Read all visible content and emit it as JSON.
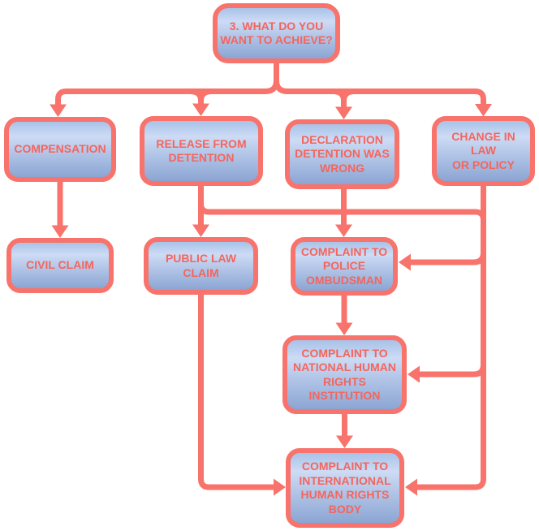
{
  "diagram": {
    "kind": "flowchart",
    "colors": {
      "accent": "#F7736B",
      "text": "#F4655D",
      "fill_top": "#A8C2E8",
      "fill_mid": "#CDDBF5",
      "fill_bottom": "#8BA5D3",
      "background": "#FFFFFF"
    },
    "nodes": [
      {
        "id": "question",
        "label": "3. WHAT DO YOU\nWANT TO ACHIEVE?"
      },
      {
        "id": "compensation",
        "label": "COMPENSATION"
      },
      {
        "id": "release-from-detention",
        "label": "RELEASE FROM\nDETENTION"
      },
      {
        "id": "declaration-detention-was-wrong",
        "label": "DECLARATION\nDETENTION WAS\nWRONG"
      },
      {
        "id": "change-in-law-or-policy",
        "label": "CHANGE IN LAW\nOR POLICY"
      },
      {
        "id": "civil-claim",
        "label": "CIVIL CLAIM"
      },
      {
        "id": "public-law-claim",
        "label": "PUBLIC LAW\nCLAIM"
      },
      {
        "id": "complaint-police-ombudsman",
        "label": "COMPLAINT TO\nPOLICE\nOMBUDSMAN"
      },
      {
        "id": "complaint-nhri",
        "label": "COMPLAINT TO\nNATIONAL HUMAN\nRIGHTS\nINSTITUTION"
      },
      {
        "id": "complaint-international",
        "label": "COMPLAINT TO\nINTERNATIONAL\nHUMAN RIGHTS\nBODY"
      }
    ],
    "edges": [
      {
        "from": "question",
        "to": "compensation"
      },
      {
        "from": "question",
        "to": "release-from-detention"
      },
      {
        "from": "question",
        "to": "declaration-detention-was-wrong"
      },
      {
        "from": "question",
        "to": "change-in-law-or-policy"
      },
      {
        "from": "compensation",
        "to": "civil-claim"
      },
      {
        "from": "release-from-detention",
        "to": "public-law-claim"
      },
      {
        "from": "declaration-detention-was-wrong",
        "to": "complaint-police-ombudsman"
      },
      {
        "from": "change-in-law-or-policy",
        "to": "complaint-police-ombudsman"
      },
      {
        "from": "change-in-law-or-policy",
        "to": "complaint-nhri"
      },
      {
        "from": "change-in-law-or-policy",
        "to": "complaint-international"
      },
      {
        "from": "complaint-police-ombudsman",
        "to": "complaint-nhri"
      },
      {
        "from": "complaint-nhri",
        "to": "complaint-international"
      },
      {
        "from": "public-law-claim",
        "to": "complaint-international"
      }
    ]
  }
}
